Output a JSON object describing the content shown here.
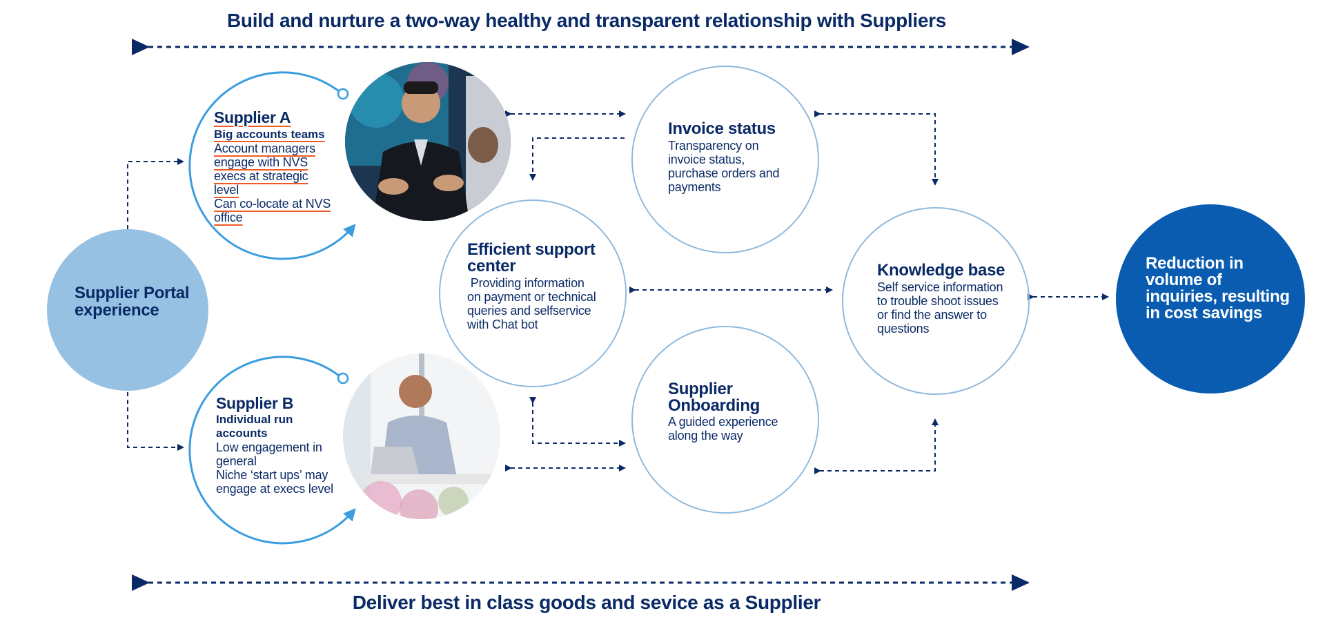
{
  "banner": {
    "top": "Build and nurture a two-way healthy and transparent relationship with Suppliers",
    "bottom": "Deliver best in class goods and sevice as a Supplier"
  },
  "portal": {
    "title": "Supplier Portal experience"
  },
  "supplier_a": {
    "title": "Supplier A",
    "subtitle": "Big accounts teams",
    "lines": [
      "Account managers",
      "engage with NVS",
      "execs at strategic",
      "level",
      "Can co-locate at NVS",
      "office"
    ]
  },
  "supplier_b": {
    "title": "Supplier B",
    "subtitle_lines": [
      "Individual run",
      "accounts"
    ],
    "lines": [
      "Low engagement in",
      "general",
      "Niche ‘start ups’ may",
      "engage at execs level"
    ]
  },
  "invoice": {
    "title": "Invoice status",
    "lines": [
      "Transparency on",
      "invoice status,",
      "purchase orders and",
      "payments"
    ]
  },
  "support": {
    "title_lines": [
      "Efficient support",
      "center"
    ],
    "lines": [
      " Providing information",
      "on payment or technical",
      "queries and selfservice",
      "with Chat bot"
    ]
  },
  "onboarding": {
    "title_lines": [
      "Supplier",
      "Onboarding"
    ],
    "lines": [
      "A guided experience",
      "along the way"
    ]
  },
  "knowledge": {
    "title": "Knowledge base",
    "lines": [
      "Self service information",
      "to trouble shoot issues",
      "or find the answer to",
      "questions"
    ]
  },
  "outcome": {
    "title_lines": [
      "Reduction in",
      "volume of",
      "inquiries, resulting",
      "in cost savings"
    ]
  },
  "colors": {
    "navy": "#0a2a66",
    "light_blue": "#96c1e3",
    "outline_blue": "#8fb9dd",
    "accent_blue": "#3a9de0",
    "dark_blue": "#0a5cb0",
    "underline_orange": "#ee5a24"
  }
}
